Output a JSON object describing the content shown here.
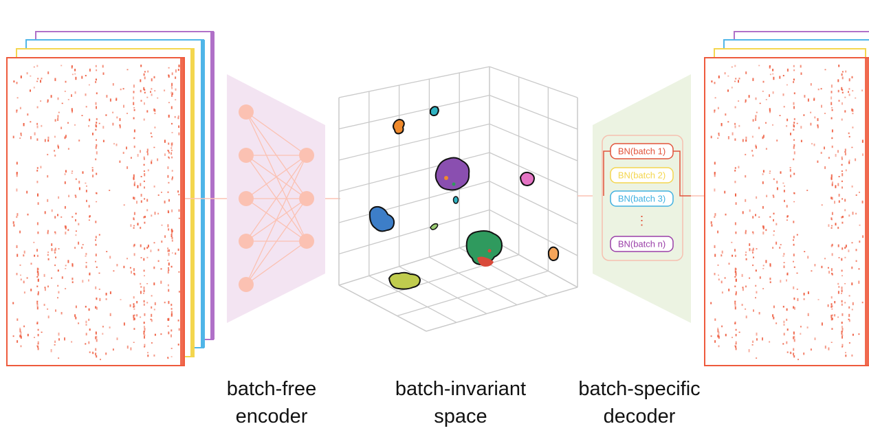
{
  "captions": {
    "encoder": [
      "batch-free",
      "encoder"
    ],
    "space": [
      "batch-invariant",
      "space"
    ],
    "decoder": [
      "batch-specific",
      "decoder"
    ]
  },
  "bn_layers": [
    {
      "label": "BN(batch 1)",
      "color": "#e2533a"
    },
    {
      "label": "BN(batch 2)",
      "color": "#f4d64e"
    },
    {
      "label": "BN(batch 3)",
      "color": "#3fb0e0"
    },
    {
      "label": "BN(batch n)",
      "color": "#9a3fa8"
    }
  ],
  "bn_ellipsis": "⋮",
  "colors": {
    "matrix_red": "#ee5a3c",
    "batch_yellow": "#f4d64e",
    "batch_cyan": "#4fb5e8",
    "batch_purple": "#b070c8",
    "node_pink": "#fbc1b2",
    "encoder_bg": "#f3e4f2",
    "decoder_bg": "#ecf3e2",
    "cube_grid": "#c9c9c9"
  },
  "clusters": [
    {
      "name": "orange",
      "color": "#f08a2c"
    },
    {
      "name": "teal",
      "color": "#2fb3c2"
    },
    {
      "name": "purple",
      "color": "#8a4fb0"
    },
    {
      "name": "pink",
      "color": "#e474c4"
    },
    {
      "name": "blue",
      "color": "#3d7ec8"
    },
    {
      "name": "green",
      "color": "#2f9a5e"
    },
    {
      "name": "olive",
      "color": "#c0cc4e"
    },
    {
      "name": "peach",
      "color": "#f6a55a"
    }
  ]
}
